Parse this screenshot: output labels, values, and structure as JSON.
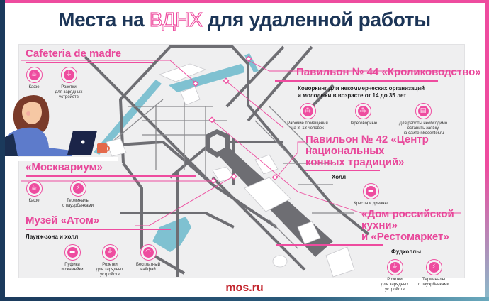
{
  "header": {
    "title_prefix": "Места на ",
    "title_highlight": "ВДНХ",
    "title_suffix": " для удаленной работы"
  },
  "locations": [
    {
      "title": "Cafeteria de madre",
      "subtitle": "",
      "features": [
        {
          "icon": "coffee-cup-icon",
          "label": "Кафе"
        },
        {
          "icon": "power-plug-icon",
          "label": "Розетки\nдля зарядных\nустройств"
        }
      ]
    },
    {
      "title": "«Москвариум»",
      "subtitle": "",
      "features": [
        {
          "icon": "coffee-cup-icon",
          "label": "Кафе"
        },
        {
          "icon": "powerbank-terminal-icon",
          "label": "Терминалы\nс пауэрбанками"
        }
      ]
    },
    {
      "title": "Музей «Атом»",
      "subtitle": "Лаунж-зона и холл",
      "features": [
        {
          "icon": "sofa-icon",
          "label": "Пуфики\nи скамейки"
        },
        {
          "icon": "power-plug-icon",
          "label": "Розетки\nдля зарядных\nустройств"
        },
        {
          "icon": "wifi-icon",
          "label": "Бесплатный\nвайфай"
        }
      ]
    },
    {
      "title": "Павильон № 44 «Кролиководство»",
      "subtitle": "Коворкинг для некоммерческих организаций\nи молодежи в возрасте от 14 до 35 лет",
      "features": [
        {
          "icon": "team-room-icon",
          "label": "Рабочие помещения\nна 8–13 человек"
        },
        {
          "icon": "meeting-room-icon",
          "label": "Переговорные"
        },
        {
          "icon": "web-application-icon",
          "label": "Для работы необходимо\nоставить заявку\nна сайте nkocenter.ru"
        }
      ]
    },
    {
      "title": "Павильон № 42 «Центр национальных\nконных традиций»",
      "subtitle": "Холл",
      "features": [
        {
          "icon": "armchairs-icon",
          "label": "Кресла и диваны"
        }
      ]
    },
    {
      "title": "«Дом российской кухни»\nи «Рестомаркет»",
      "subtitle": "Фудхоллы",
      "features": [
        {
          "icon": "power-plug-icon",
          "label": "Розетки\nдля зарядных\nустройств"
        },
        {
          "icon": "powerbank-terminal-icon",
          "label": "Терминалы\nс пауэрбанками"
        }
      ]
    }
  ],
  "footer": {
    "source": "mos.ru"
  },
  "colors": {
    "accent_pink": "#ee4c9f",
    "title_navy": "#1c3557",
    "footer_red": "#c3262e",
    "water_blue": "#7fc1d1",
    "road_gray": "#6e6e73"
  }
}
